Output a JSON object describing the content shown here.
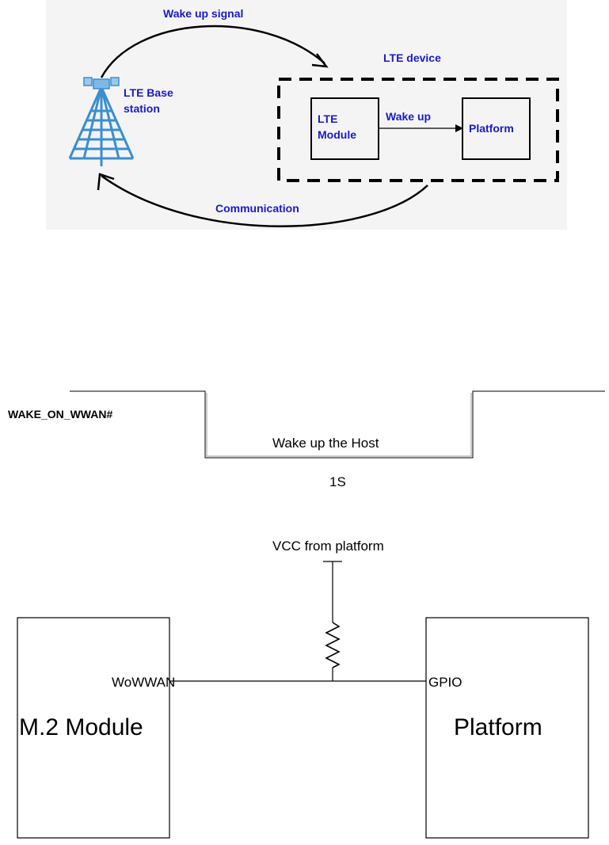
{
  "lte_diagram": {
    "wake_up_signal_label": "Wake up signal",
    "lte_device_label": "LTE device",
    "base_station_line1": "LTE Base",
    "base_station_line2": "station",
    "lte_module_line1": "LTE",
    "lte_module_line2": "Module",
    "wake_up_arrow_label": "Wake up",
    "platform_label": "Platform",
    "communication_label": "Communication",
    "text_color": "#1a1acc",
    "tower_color": "#3a8fd0",
    "background_color": "#f2f2f2"
  },
  "timing_diagram": {
    "signal_name": "WAKE_ON_WWAN#",
    "low_phase_label": "Wake up the Host",
    "duration_label": "1S"
  },
  "circuit": {
    "vcc_label": "VCC from platform",
    "module_pin_label": "WoWWAN",
    "module_label": "M.2 Module",
    "platform_pin_label": "GPIO",
    "platform_label": "Platform"
  }
}
